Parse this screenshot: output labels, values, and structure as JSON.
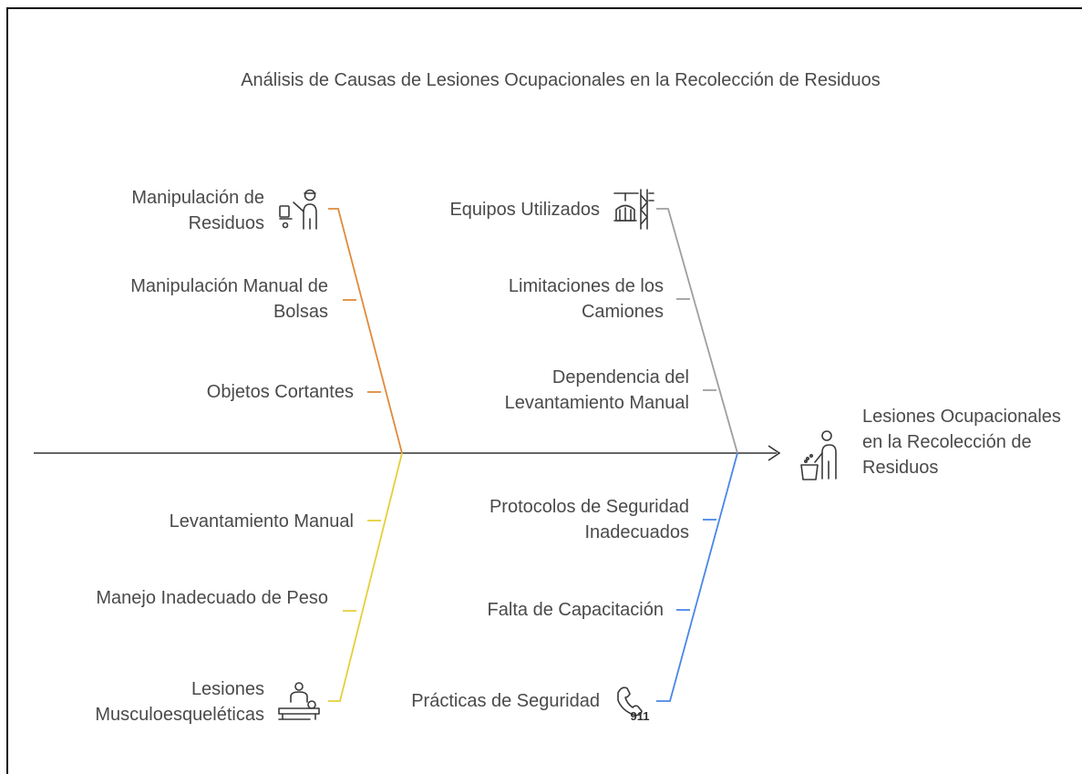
{
  "title": "Análisis de Causas de Lesiones Ocupacionales en la Recolección de Residuos",
  "effect": {
    "label": "Lesiones Ocupacionales en la Recolección de Residuos",
    "icon": "person-trash-icon"
  },
  "categories": [
    {
      "key": "manipulacion",
      "label": "Manipulación de Residuos",
      "icon": "worker-trash-cart-icon",
      "color": "#e08a3c",
      "causes": [
        "Manipulación Manual de Bolsas",
        "Objetos Cortantes"
      ]
    },
    {
      "key": "equipos",
      "label": "Equipos Utilizados",
      "icon": "garbage-truck-crane-icon",
      "color": "#9e9e9e",
      "causes": [
        "Limitaciones de los Camiones",
        "Dependencia del Levantamiento Manual"
      ]
    },
    {
      "key": "lesiones",
      "label": "Lesiones Musculoesqueléticas",
      "icon": "person-massage-table-icon",
      "color": "#e6cf3a",
      "causes": [
        "Levantamiento Manual",
        "Manejo Inadecuado de Peso"
      ]
    },
    {
      "key": "practicas",
      "label": "Prácticas de Seguridad",
      "icon": "emergency-phone-911-icon",
      "color": "#4a86e8",
      "causes": [
        "Protocolos de Seguridad Inadecuados",
        "Falta de Capacitación"
      ]
    }
  ],
  "icon_text": {
    "emergency_number": "911"
  }
}
